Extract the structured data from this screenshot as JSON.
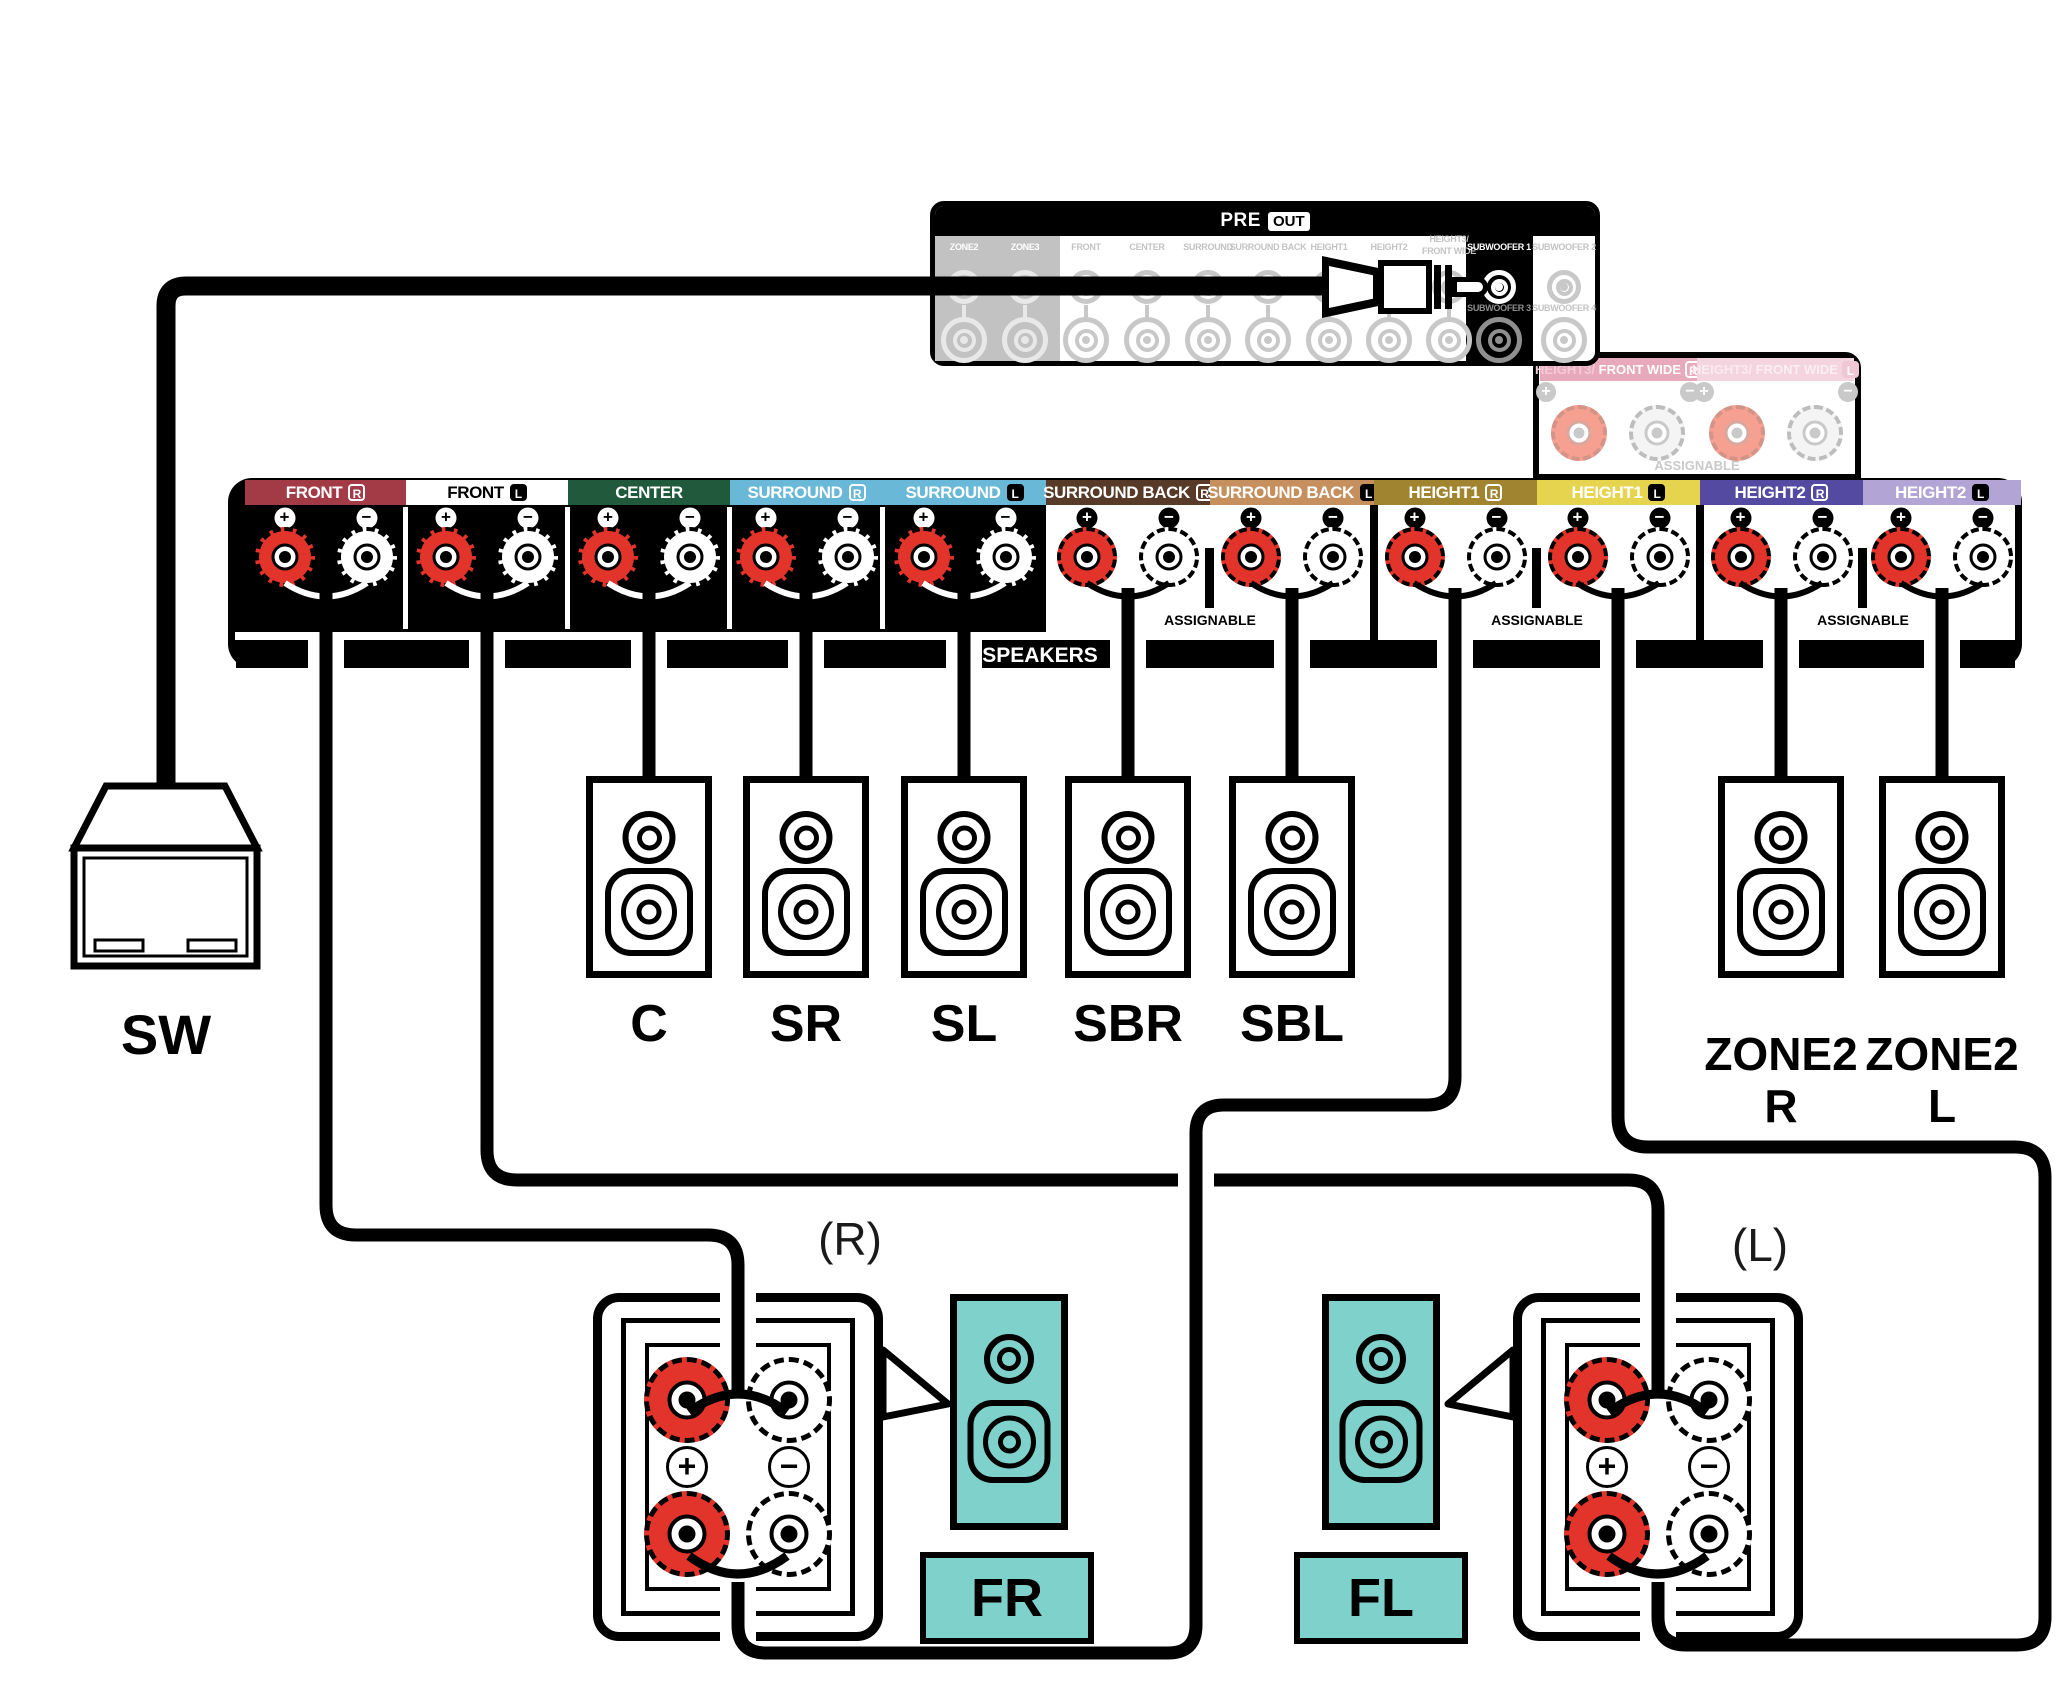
{
  "preout": {
    "title": "PRE",
    "out_badge": "OUT",
    "columns": [
      {
        "label": "ZONE2",
        "zone": true
      },
      {
        "label": "ZONE3",
        "zone": true
      },
      {
        "label": "FRONT"
      },
      {
        "label": "CENTER"
      },
      {
        "label": "SURROUND"
      },
      {
        "label": "SURROUND BACK"
      },
      {
        "label": "HEIGHT1"
      },
      {
        "label": "HEIGHT2"
      },
      {
        "label": "HEIGHT3/",
        "label2": "FRONT WIDE"
      },
      {
        "label": "SUBWOOFER 1",
        "highlight": true,
        "label_below": "SUBWOOFER 3"
      },
      {
        "label": "SUBWOOFER 2",
        "label_below": "SUBWOOFER 4"
      }
    ]
  },
  "height3_panel": {
    "headers": [
      {
        "prefix": "HEIGHT3/",
        "label": "FRONT WIDE",
        "badge": "R",
        "bg": "#E9A9BC",
        "prefix_color": "#F2CBD7",
        "label_color": "#FFFFFF"
      },
      {
        "prefix": "HEIGHT3/",
        "label": "FRONT WIDE",
        "badge": "L",
        "bg": "#F4D4DF",
        "prefix_color": "#FBEBF0",
        "label_color": "#FAEFF3"
      }
    ],
    "assignable": "ASSIGNABLE"
  },
  "speaker_panel": {
    "bar_label": "SPEAKERS",
    "assignable": "ASSIGNABLE",
    "sections": [
      {
        "label": "FRONT",
        "badge": "R",
        "badge_style": "outline",
        "bg": "#A23B46",
        "fg": "#FFFFFF"
      },
      {
        "label": "FRONT",
        "badge": "L",
        "badge_style": "solid",
        "bg": "#FFFFFF",
        "fg": "#000000"
      },
      {
        "label": "CENTER",
        "badge": "",
        "badge_style": "",
        "bg": "#20593B",
        "fg": "#FFFFFF"
      },
      {
        "label": "SURROUND",
        "badge": "R",
        "badge_style": "outline",
        "bg": "#69B8D8",
        "fg": "#FFFFFF"
      },
      {
        "label": "SURROUND",
        "badge": "L",
        "badge_style": "solid",
        "bg": "#69B8D8",
        "fg": "#FFFFFF"
      },
      {
        "label": "SURROUND BACK",
        "badge": "R",
        "badge_style": "outline",
        "bg": "#573A27",
        "fg": "#FFFFFF"
      },
      {
        "label": "SURROUND BACK",
        "badge": "L",
        "badge_style": "solid",
        "bg": "#C6905E",
        "fg": "#FFFFFF"
      },
      {
        "label": "HEIGHT1",
        "badge": "R",
        "badge_style": "outline",
        "bg": "#A1842F",
        "fg": "#FFFFFF"
      },
      {
        "label": "HEIGHT1",
        "badge": "L",
        "badge_style": "solid",
        "bg": "#E7D44E",
        "fg": "#FFFFFF"
      },
      {
        "label": "HEIGHT2",
        "badge": "R",
        "badge_style": "outline",
        "bg": "#554AA1",
        "fg": "#FFFFFF"
      },
      {
        "label": "HEIGHT2",
        "badge": "L",
        "badge_style": "solid",
        "bg": "#B2A4D5",
        "fg": "#FFFFFF"
      }
    ]
  },
  "symbols": {
    "plus": "+",
    "minus": "−"
  },
  "colors": {
    "post_plus": "#E2342A",
    "post_minus": "#FFFFFF",
    "teal": "#7FD2CB",
    "faded_plus": "#F5A090",
    "faded_gray": "#C9C9C9",
    "wire": "#000000"
  },
  "speakers": {
    "sw": "SW",
    "c": "C",
    "sr": "SR",
    "sl": "SL",
    "sbr": "SBR",
    "sbl": "SBL",
    "zone2_r": {
      "line1": "ZONE2",
      "line2": "R"
    },
    "zone2_l": {
      "line1": "ZONE2",
      "line2": "L"
    }
  },
  "biamp": {
    "r_label": "(R)",
    "l_label": "(L)",
    "fr": "FR",
    "fl": "FL",
    "plus": "+",
    "minus": "−"
  }
}
